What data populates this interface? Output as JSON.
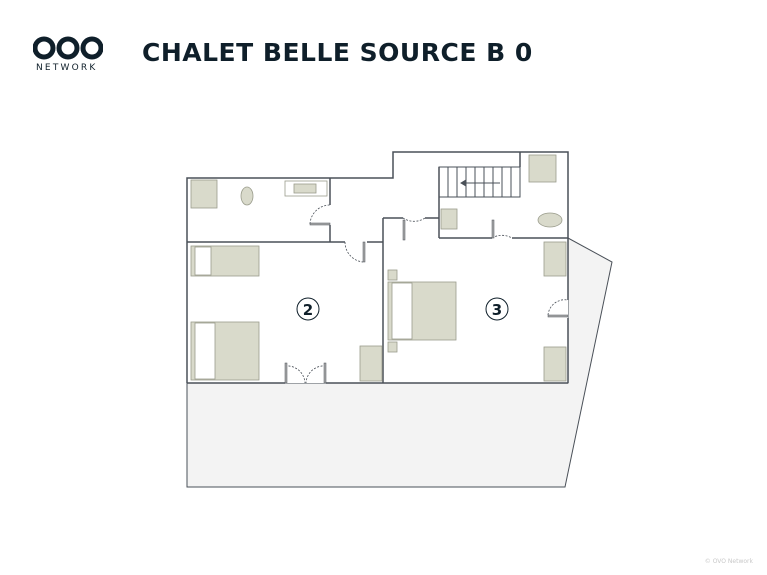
{
  "brand": {
    "name": "NETWORK",
    "color": "#0f1f2a"
  },
  "title": "CHALET BELLE SOURCE B 0",
  "rooms": [
    {
      "label": "2"
    },
    {
      "label": "3"
    }
  ],
  "copyright": "© OVO Network",
  "colors": {
    "wall": "#4a5058",
    "furniture": "#d9dacb",
    "terrace": "#f3f3f3"
  }
}
